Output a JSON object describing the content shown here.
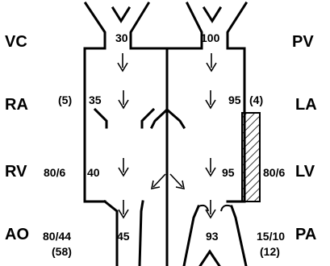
{
  "chamber_labels": {
    "vc": "VC",
    "ra": "RA",
    "rv": "RV",
    "ao": "AO",
    "pv": "PV",
    "la": "LA",
    "lv": "LV",
    "pa": "PA"
  },
  "values": {
    "vc_sat": "30",
    "pv_sat": "100",
    "ra_pressure": "(5)",
    "ra_sat": "35",
    "la_sat": "95",
    "la_pressure": "(4)",
    "rv_pressure": "80/6",
    "rv_sat": "40",
    "lv_sat": "95",
    "lv_pressure": "80/6",
    "ao_pressure": "80/44",
    "ao_mean": "(58)",
    "ao_sat": "45",
    "pa_sat": "93",
    "pa_pressure": "15/10",
    "pa_mean": "(12)"
  },
  "colors": {
    "ink": "#000000",
    "background": "#ffffff"
  }
}
